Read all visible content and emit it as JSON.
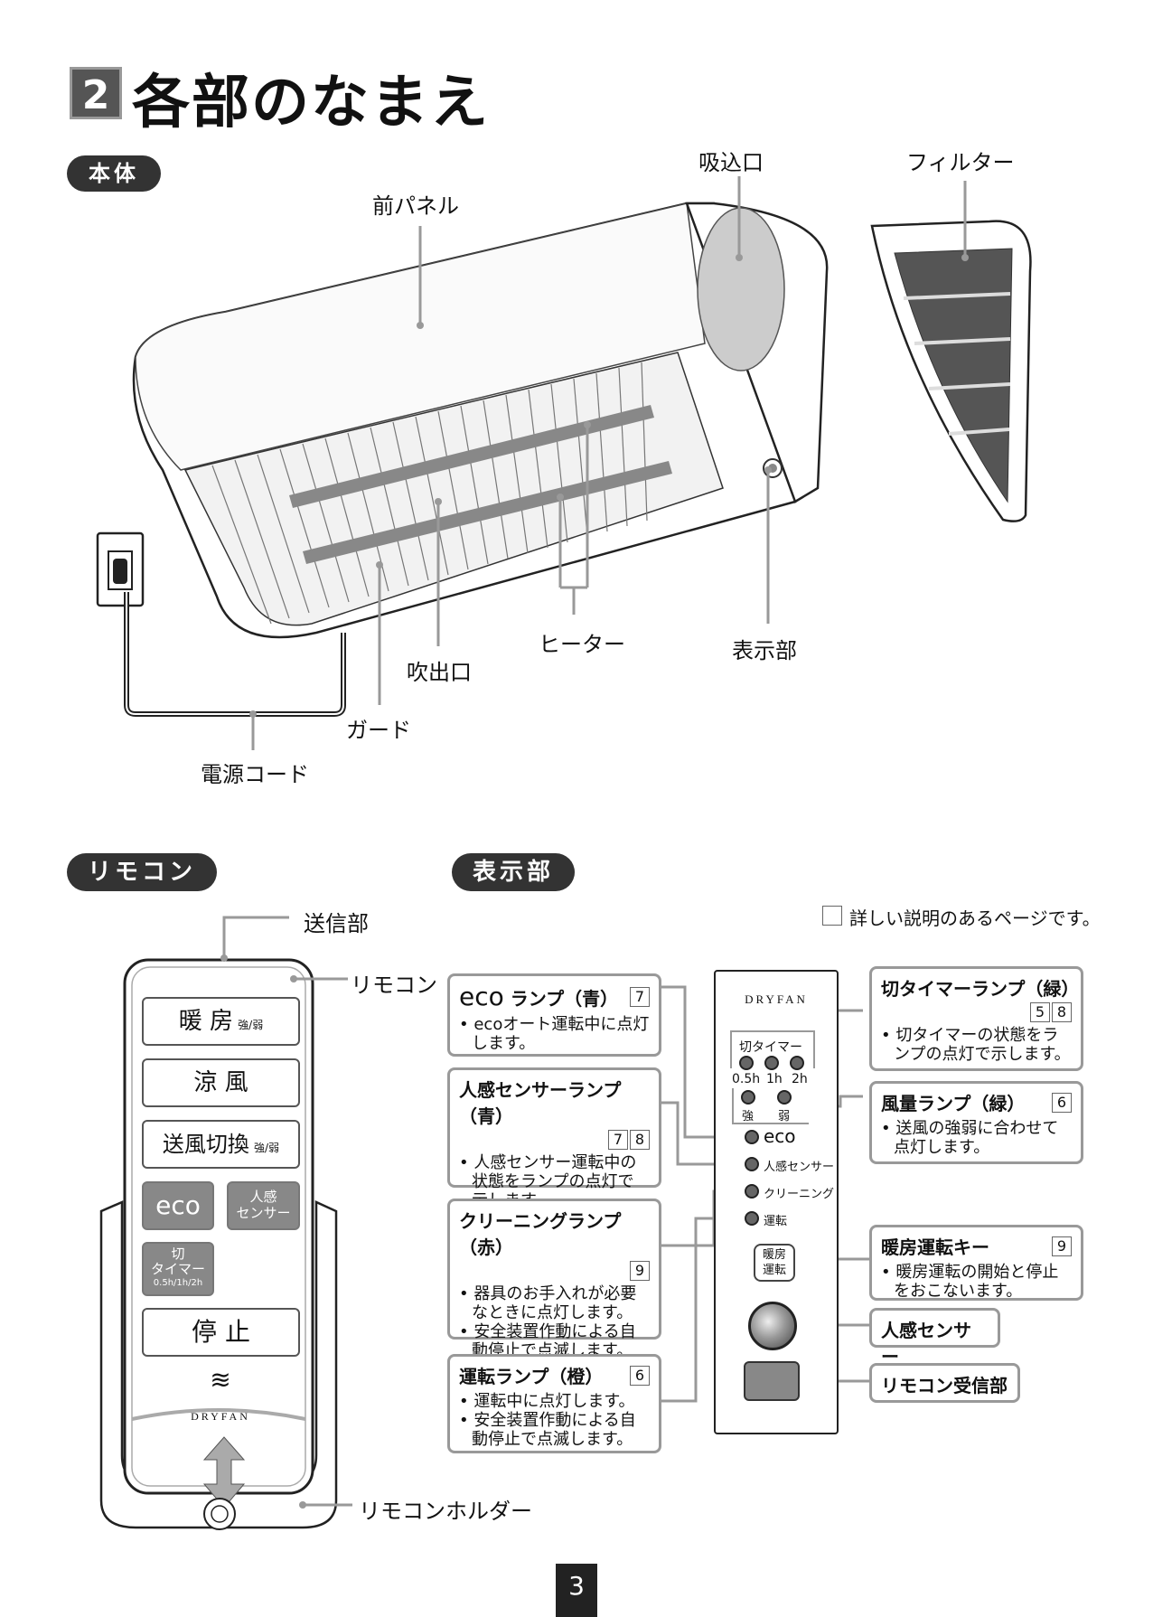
{
  "title": {
    "number": "2",
    "text": "各部のなまえ"
  },
  "sections": {
    "body": "本体",
    "remote": "リモコン",
    "display": "表示部"
  },
  "body_labels": {
    "front_panel": "前パネル",
    "intake": "吸込口",
    "filter": "フィルター",
    "heater": "ヒーター",
    "display": "表示部",
    "outlet": "吹出口",
    "guard": "ガード",
    "power_cord": "電源コード"
  },
  "remote": {
    "transmitter": "送信部",
    "remote_label": "リモコン",
    "holder": "リモコンホルダー",
    "btn_heat": "暖 房",
    "btn_heat_sub": "強/弱",
    "btn_cool": "涼 風",
    "btn_fan": "送風切換",
    "btn_fan_sub": "強/弱",
    "btn_eco": "eco",
    "btn_sensor_1": "人感",
    "btn_sensor_2": "センサー",
    "btn_timer_1": "切",
    "btn_timer_2": "タイマー",
    "btn_timer_3": "0.5h/1h/2h",
    "btn_stop": "停 止",
    "logo": "≋",
    "brand": "DRYFAN"
  },
  "note": "詳しい説明のあるページです。",
  "panel": {
    "brand": "DRYFAN",
    "timer_title": "切タイマー",
    "timer_opts": [
      "0.5h",
      "1h",
      "2h"
    ],
    "fan_opts": [
      "強",
      "弱"
    ],
    "lamps": [
      "eco",
      "人感センサー",
      "クリーニング",
      "運転"
    ],
    "heat_key_1": "暖房",
    "heat_key_2": "運転"
  },
  "boxes": {
    "eco": {
      "title_main": "eco",
      "title_rest": "ランプ（青）",
      "refs": [
        "7"
      ],
      "lines": [
        "ecoオート運転中に点灯します。"
      ]
    },
    "sensor": {
      "title": "人感センサーランプ（青）",
      "refs": [
        "7",
        "8"
      ],
      "lines": [
        "人感センサー運転中の状態をランプの点灯で示します。"
      ]
    },
    "cleaning": {
      "title": "クリーニングランプ（赤）",
      "refs": [
        "9"
      ],
      "lines": [
        "器具のお手入れが必要なときに点灯します。",
        "安全装置作動による自動停止で点滅します。"
      ]
    },
    "run": {
      "title": "運転ランプ（橙）",
      "refs": [
        "6"
      ],
      "lines": [
        "運転中に点灯します。",
        "安全装置作動による自動停止で点滅します。"
      ]
    },
    "timer": {
      "title": "切タイマーランプ（緑）",
      "refs": [
        "5",
        "8"
      ],
      "lines": [
        "切タイマーの状態をランプの点灯で示します。"
      ]
    },
    "fan": {
      "title": "風量ランプ（緑）",
      "refs": [
        "6"
      ],
      "lines": [
        "送風の強弱に合わせて点灯します。"
      ]
    },
    "heatkey": {
      "title": "暖房運転キー",
      "refs": [
        "9"
      ],
      "lines": [
        "暖房運転の開始と停止をおこないます。"
      ]
    },
    "human": {
      "title": "人感センサー"
    },
    "receiver": {
      "title": "リモコン受信部"
    }
  },
  "page_number": "3"
}
